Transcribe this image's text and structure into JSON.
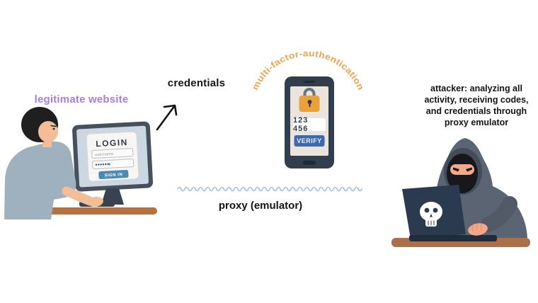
{
  "left": {
    "label": "legitimate website",
    "login": {
      "title": "LOGIN",
      "username_placeholder": "username",
      "password_mask": "••••••",
      "sign_in_label": "SIGN IN"
    }
  },
  "middle": {
    "credentials_label": "credentials",
    "mfa_arc_label": "multi-factor-authentication",
    "phone": {
      "otp_code": "123 456",
      "verify_label": "VERIFY"
    },
    "proxy_label": "proxy (emulator)"
  },
  "right": {
    "caption_lines": [
      "attacker: analyzing all",
      "activity, receiving codes,",
      "and credentials through",
      "proxy emulator"
    ]
  },
  "colors": {
    "purple_label": "#a97de4",
    "orange_arc": "#f0a351",
    "wave_blue": "#a8c0db",
    "sign_in_blue": "#4a8ab2",
    "verify_blue": "#3e68b0",
    "lock_orange": "#e9a23b",
    "desk_brown": "#b0714a",
    "text_black": "#141414"
  }
}
